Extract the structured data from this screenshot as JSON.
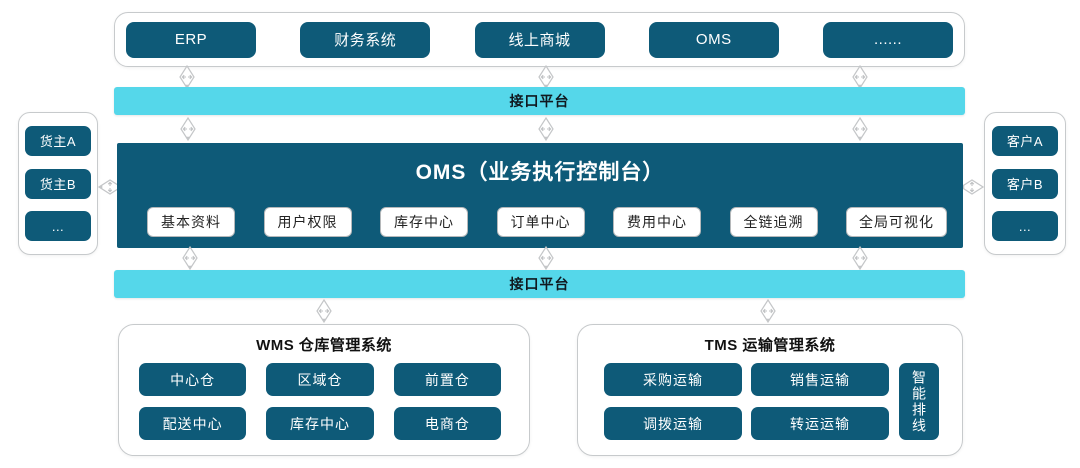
{
  "colors": {
    "node_teal": "#0e5a78",
    "interface_cyan": "#55d7ea",
    "frame_border": "#c7cacc"
  },
  "icons": {
    "connector": "sync-diamond"
  },
  "top_systems": {
    "items": [
      "ERP",
      "财务系统",
      "线上商城",
      "OMS",
      "......"
    ]
  },
  "interface_bar_top": {
    "label": "接口平台"
  },
  "interface_bar_bottom": {
    "label": "接口平台"
  },
  "oms": {
    "title": "OMS（业务执行控制台）",
    "modules": [
      "基本资料",
      "用户权限",
      "库存中心",
      "订单中心",
      "费用中心",
      "全链追溯",
      "全局可视化"
    ]
  },
  "shippers": {
    "items": [
      "货主A",
      "货主B",
      "..."
    ]
  },
  "customers": {
    "items": [
      "客户A",
      "客户B",
      "..."
    ]
  },
  "wms": {
    "title": "WMS 仓库管理系统",
    "items": [
      "中心仓",
      "区域仓",
      "前置仓",
      "配送中心",
      "库存中心",
      "电商仓"
    ]
  },
  "tms": {
    "title": "TMS 运输管理系统",
    "items": [
      "采购运输",
      "销售运输",
      "调拨运输",
      "转运运输"
    ],
    "side_item": "智能排线"
  }
}
